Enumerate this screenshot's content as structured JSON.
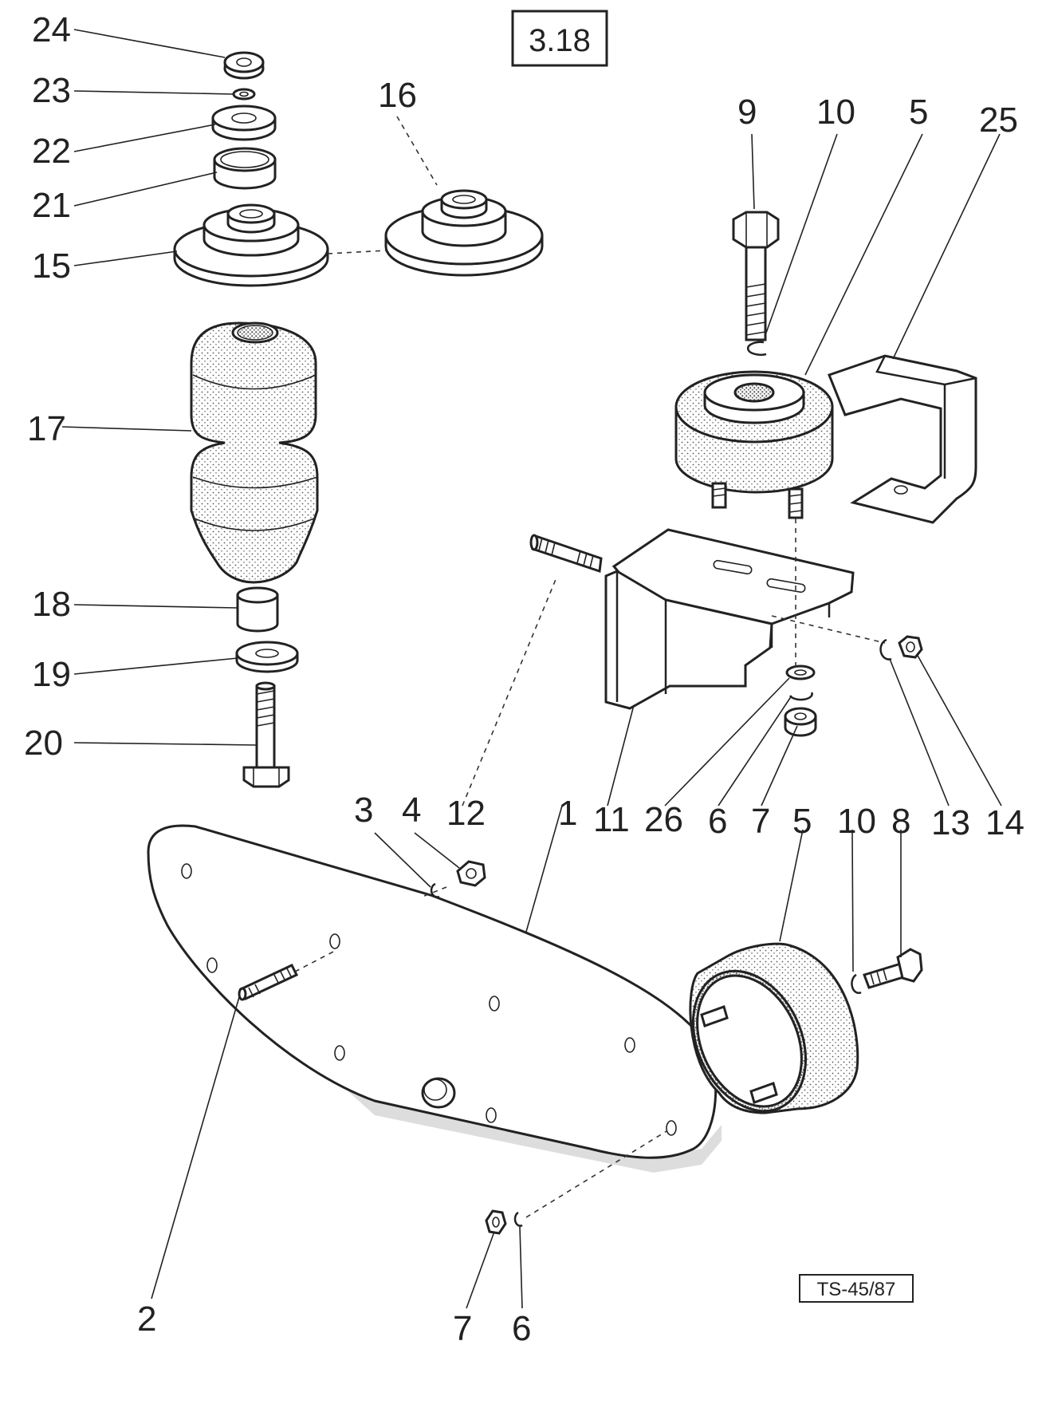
{
  "figure": {
    "number": "3.18",
    "reference": "TS-45/87"
  },
  "callouts": [
    {
      "id": "c24",
      "text": "24"
    },
    {
      "id": "c23",
      "text": "23"
    },
    {
      "id": "c22",
      "text": "22"
    },
    {
      "id": "c21",
      "text": "21"
    },
    {
      "id": "c15",
      "text": "15"
    },
    {
      "id": "c16",
      "text": "16"
    },
    {
      "id": "c17",
      "text": "17"
    },
    {
      "id": "c18",
      "text": "18"
    },
    {
      "id": "c19",
      "text": "19"
    },
    {
      "id": "c20",
      "text": "20"
    },
    {
      "id": "c9",
      "text": "9"
    },
    {
      "id": "c10a",
      "text": "10"
    },
    {
      "id": "c5a",
      "text": "5"
    },
    {
      "id": "c25",
      "text": "25"
    },
    {
      "id": "c3",
      "text": "3"
    },
    {
      "id": "c4",
      "text": "4"
    },
    {
      "id": "c12",
      "text": "12"
    },
    {
      "id": "c1",
      "text": "1"
    },
    {
      "id": "c11",
      "text": "11"
    },
    {
      "id": "c26",
      "text": "26"
    },
    {
      "id": "c6a",
      "text": "6"
    },
    {
      "id": "c7a",
      "text": "7"
    },
    {
      "id": "c5b",
      "text": "5"
    },
    {
      "id": "c10b",
      "text": "10"
    },
    {
      "id": "c8",
      "text": "8"
    },
    {
      "id": "c13",
      "text": "13"
    },
    {
      "id": "c14",
      "text": "14"
    },
    {
      "id": "c2",
      "text": "2"
    },
    {
      "id": "c7b",
      "text": "7"
    },
    {
      "id": "c6b",
      "text": "6"
    }
  ]
}
